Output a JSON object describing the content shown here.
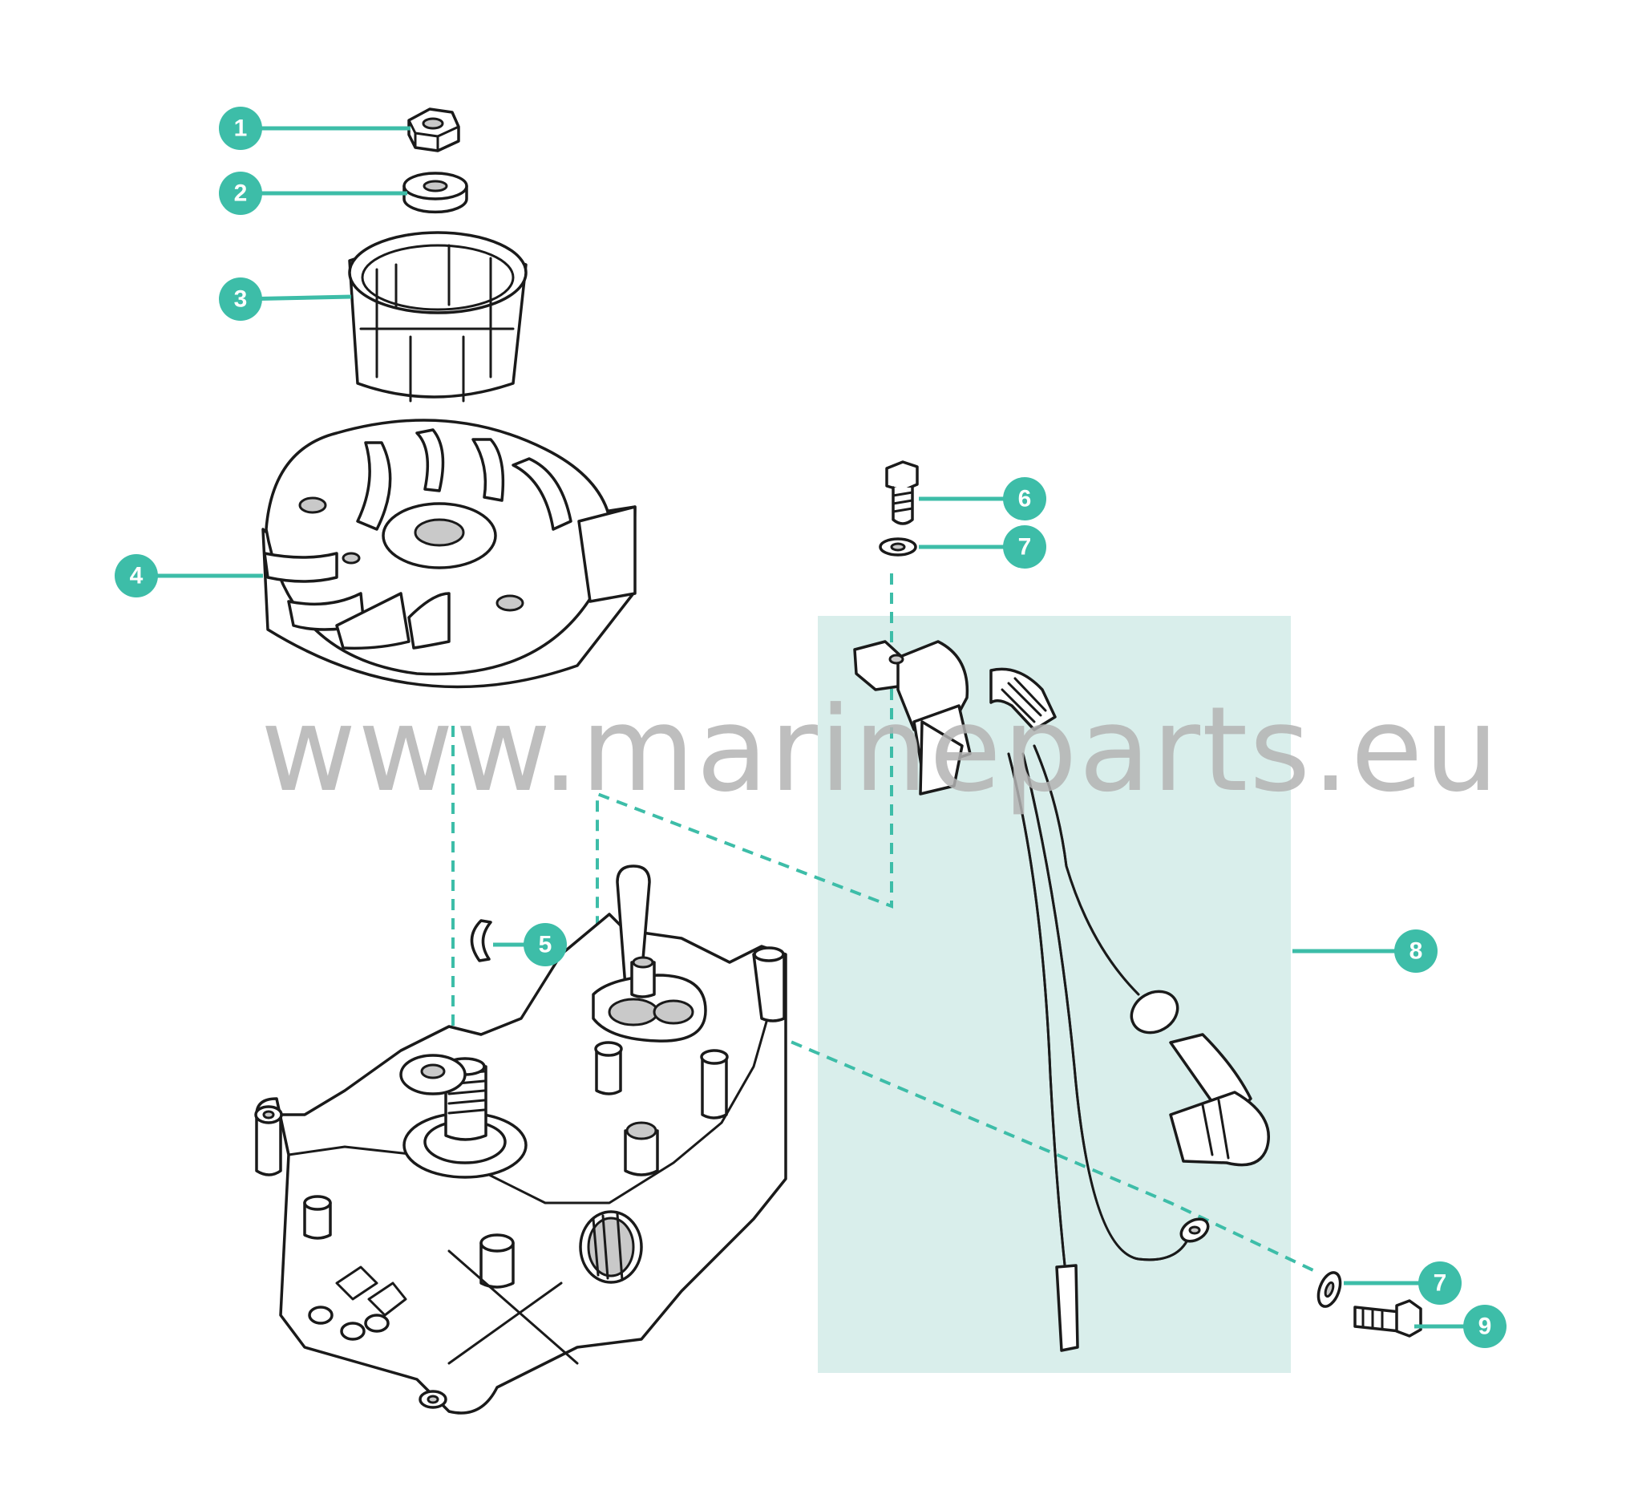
{
  "watermark": "www.marineparts.eu",
  "colors": {
    "accent": "#3dbda8",
    "highlight_box": "#d9eeeb",
    "line_art": "#1a1a1a",
    "watermark": "#b3b3b3"
  },
  "callouts": [
    {
      "id": "c1",
      "label": "1"
    },
    {
      "id": "c2",
      "label": "2"
    },
    {
      "id": "c3",
      "label": "3"
    },
    {
      "id": "c4",
      "label": "4"
    },
    {
      "id": "c5",
      "label": "5"
    },
    {
      "id": "c6",
      "label": "6"
    },
    {
      "id": "c7a",
      "label": "7"
    },
    {
      "id": "c8",
      "label": "8"
    },
    {
      "id": "c7b",
      "label": "7"
    },
    {
      "id": "c9",
      "label": "9"
    }
  ]
}
